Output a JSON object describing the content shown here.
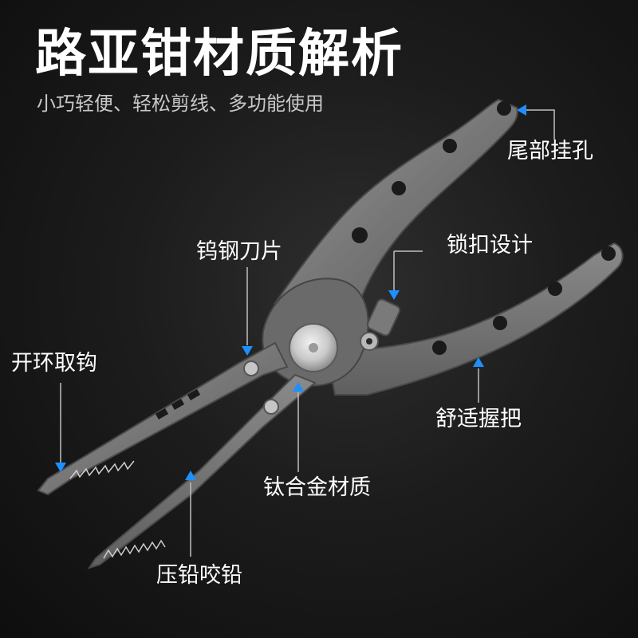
{
  "title": "路亚钳材质解析",
  "subtitle": "小巧轻便、轻松剪线、多功能使用",
  "accent_color": "#1e8fff",
  "labels": {
    "tail_hole": "尾部挂孔",
    "tungsten_blade": "钨钢刀片",
    "lock_design": "锁扣设计",
    "hook_remover": "开环取钩",
    "grip": "舒适握把",
    "titanium": "钛合金材质",
    "crimp_lead": "压铅咬铅"
  }
}
